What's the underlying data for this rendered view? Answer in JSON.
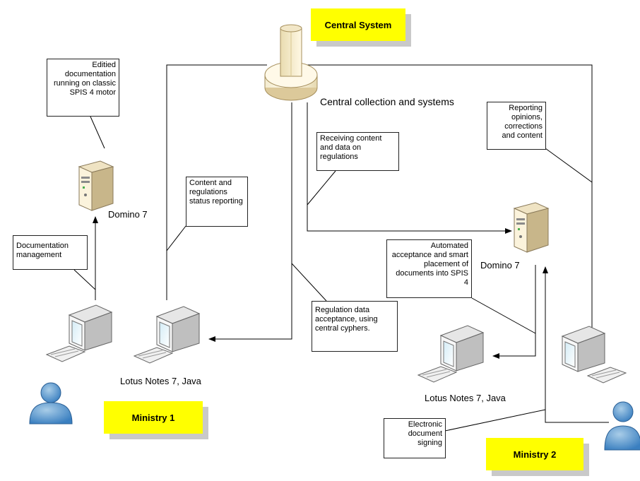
{
  "tags": {
    "central": "Central System",
    "ministry1": "Ministry 1",
    "ministry2": "Ministry 2"
  },
  "labels": {
    "central_collection": "Central collection and systems",
    "domino_left": "Domino 7",
    "domino_right": "Domino 7",
    "lotus_left": "Lotus Notes 7, Java",
    "lotus_right": "Lotus Notes 7, Java"
  },
  "notes": {
    "edited_docs": "Editied documentation running on classic SPIS 4 motor",
    "doc_management": "Documentation management",
    "status_reporting": "Content and regulations status reporting",
    "receiving": "Receiving content and data on regulations",
    "reporting_opinions": "Reporting opinions, corrections and content",
    "automated": "Automated acceptance and smart placement of documents into SPIS 4",
    "regulation_acceptance": "Regulation data acceptance, using central cyphers.",
    "signing": "Electronic document signing"
  },
  "icons": {
    "central": "database-cylinder-icon",
    "server": "server-tower-icon",
    "workstation": "workstation-computer-icon",
    "user": "user-person-icon"
  }
}
